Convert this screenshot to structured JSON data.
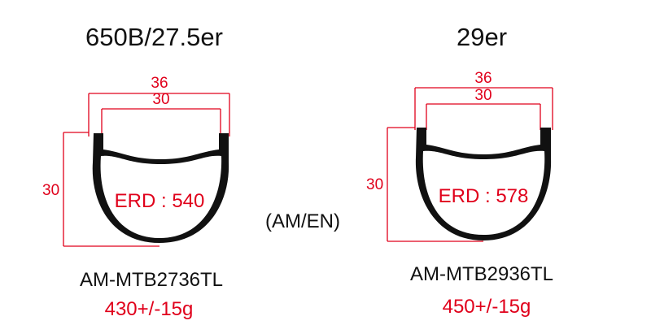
{
  "accent_color": "#e0001b",
  "rim_color": "#111111",
  "center_label": "(AM/EN)",
  "rims": [
    {
      "title": "650B/27.5er",
      "outer_width": "36",
      "inner_width": "30",
      "height": "30",
      "erd": "ERD : 540",
      "model": "AM-MTB2736TL",
      "weight": "430+/-15g"
    },
    {
      "title": "29er",
      "outer_width": "36",
      "inner_width": "30",
      "height": "30",
      "erd": "ERD : 578",
      "model": "AM-MTB2936TL",
      "weight": "450+/-15g"
    }
  ]
}
